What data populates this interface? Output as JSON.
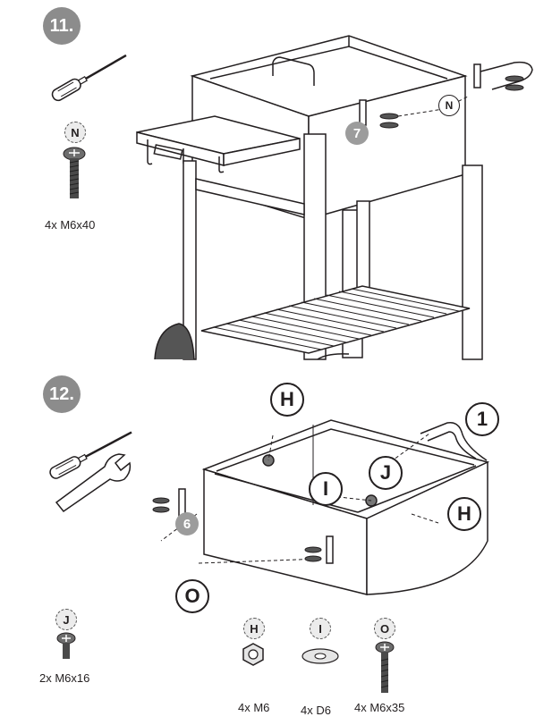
{
  "step11": {
    "number": "11.",
    "part_letter": "N",
    "part_label": "4x M6x40",
    "callout_part": "N",
    "callout_number": "7"
  },
  "step12": {
    "number": "12.",
    "parts": [
      {
        "letter": "J",
        "label": "2x M6x16"
      },
      {
        "letter": "H",
        "label": "4x M6"
      },
      {
        "letter": "I",
        "label": "4x D6"
      },
      {
        "letter": "O",
        "label": "4x M6x35"
      }
    ],
    "callouts": {
      "h_top": "H",
      "h_right": "H",
      "i": "I",
      "j": "J",
      "o": "O",
      "num_1": "1",
      "num_6": "6"
    }
  },
  "icons": [
    "screwdriver-icon",
    "wrench-icon",
    "bolt-icon",
    "nut-icon",
    "washer-icon"
  ]
}
